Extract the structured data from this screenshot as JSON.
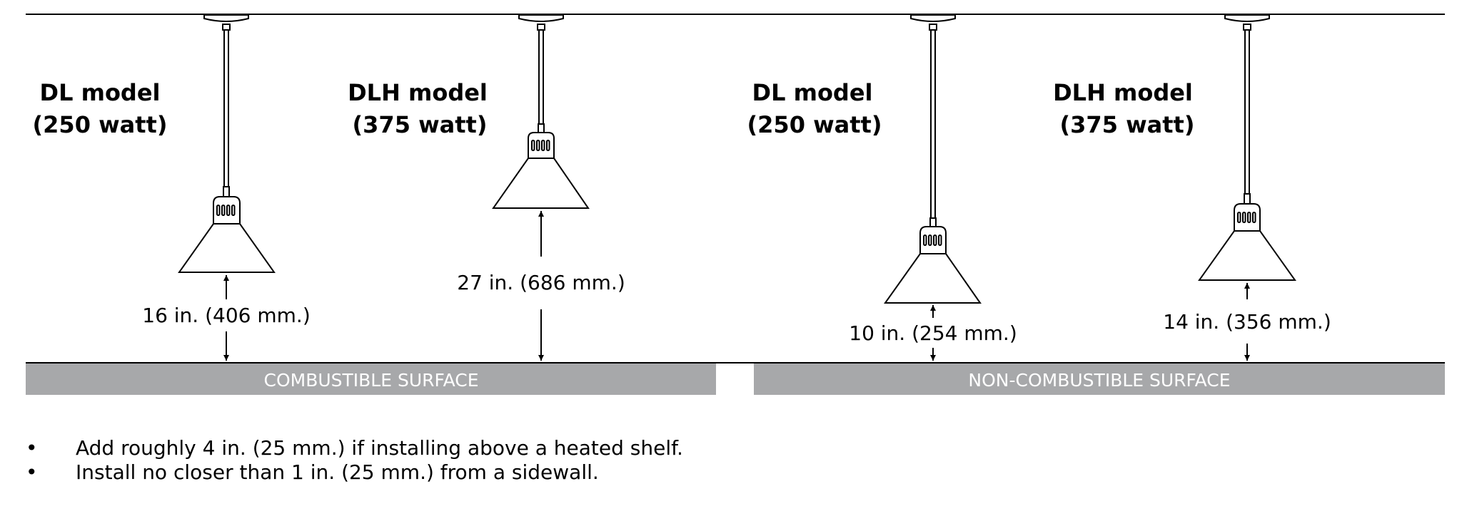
{
  "lamps": [
    {
      "model": "DL model",
      "wattage": "(250 watt)",
      "clearance": "16 in. (406 mm.)"
    },
    {
      "model": "DLH model",
      "wattage": "(375 watt)",
      "clearance": "27 in. (686 mm.)"
    },
    {
      "model": "DL model",
      "wattage": "(250 watt)",
      "clearance": "10 in. (254 mm.)"
    },
    {
      "model": "DLH model",
      "wattage": "(375 watt)",
      "clearance": "14 in. (356 mm.)"
    }
  ],
  "surfaces": {
    "combustible": "COMBUSTIBLE SURFACE",
    "non_combustible": "NON-COMBUSTIBLE SURFACE"
  },
  "notes": [
    "Add roughly 4 in. (25 mm.) if installing above a heated shelf.",
    "Install no closer than 1 in. (25 mm.) from a sidewall."
  ],
  "bullet_glyph": "•",
  "colors": {
    "surface_fill": "#a7a8aa",
    "line": "#000000"
  }
}
